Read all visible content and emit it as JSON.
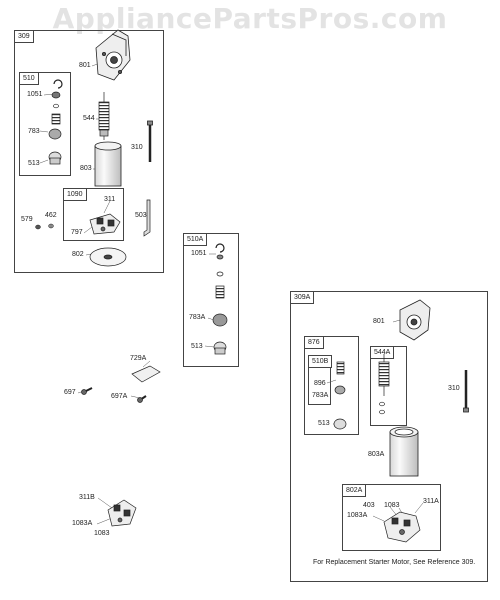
{
  "watermark": "AppliancePartsPros.com",
  "groups": {
    "g309": "309",
    "g510": "510",
    "g1090": "1090",
    "g510A": "510A",
    "g309A": "309A",
    "g876": "876",
    "g510B": "510B",
    "g544A": "544A",
    "g802A": "802A"
  },
  "labels": {
    "l801": "801",
    "l1051": "1051",
    "l544": "544",
    "l783": "783",
    "l310": "310",
    "l513": "513",
    "l803": "803",
    "l311": "311",
    "l579": "579",
    "l462": "462",
    "l503": "503",
    "l797": "797",
    "l802": "802",
    "l1051b": "1051",
    "l783A": "783A",
    "l513b": "513",
    "l729A": "729A",
    "l697": "697",
    "l697A": "697A",
    "l311B": "311B",
    "l1083A": "1083A",
    "l1083": "1083",
    "l801b": "801",
    "l896": "896",
    "l783Ab": "783A",
    "l513c": "513",
    "l310b": "310",
    "l803A": "803A",
    "l403": "403",
    "l1083b": "1083",
    "l1083Ab": "1083A",
    "l311A": "311A"
  },
  "note": "For Replacement Starter Motor, See Reference 309."
}
